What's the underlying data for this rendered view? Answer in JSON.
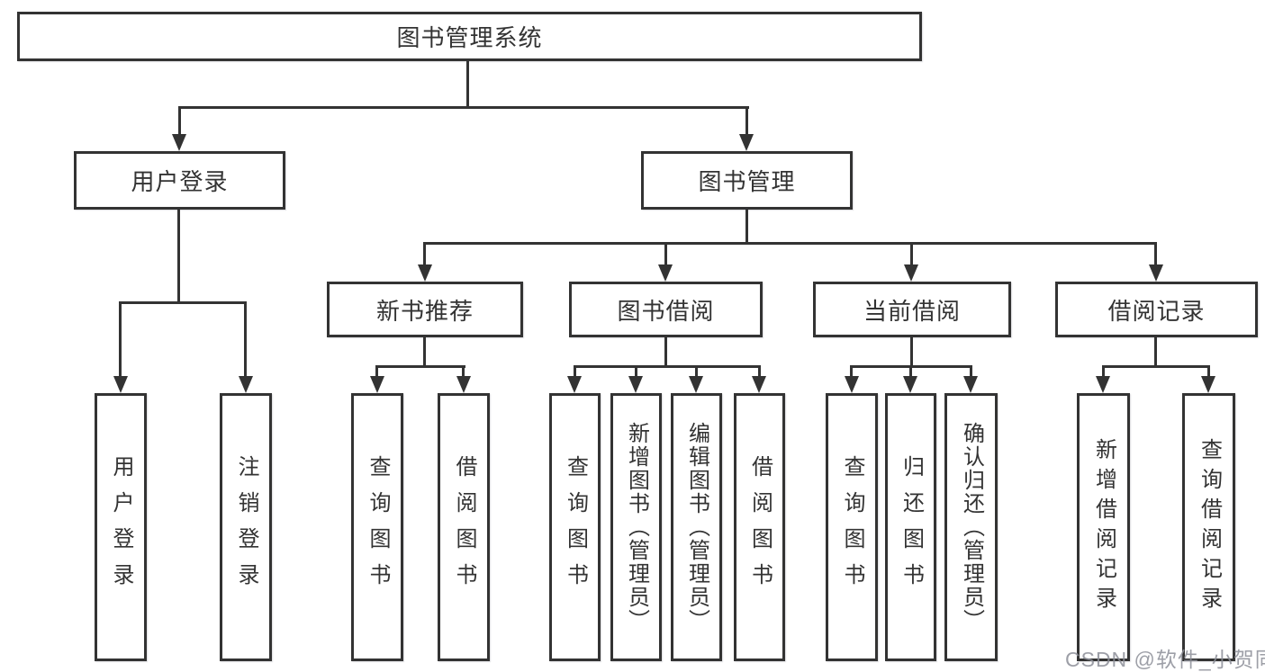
{
  "tree": {
    "label": "图书管理系统",
    "children": [
      {
        "label": "用户登录",
        "children": [
          {
            "label": "用户登录"
          },
          {
            "label": "注销登录"
          }
        ]
      },
      {
        "label": "图书管理",
        "children": [
          {
            "label": "新书推荐",
            "children": [
              {
                "label": "查询图书"
              },
              {
                "label": "借阅图书"
              }
            ]
          },
          {
            "label": "图书借阅",
            "children": [
              {
                "label": "查询图书"
              },
              {
                "label": "新增图书（管理员）"
              },
              {
                "label": "编辑图书（管理员）"
              },
              {
                "label": "借阅图书"
              }
            ]
          },
          {
            "label": "当前借阅",
            "children": [
              {
                "label": "查询图书"
              },
              {
                "label": "归还图书"
              },
              {
                "label": "确认归还（管理员）"
              }
            ]
          },
          {
            "label": "借阅记录",
            "children": [
              {
                "label": "新增借阅记录"
              },
              {
                "label": "查询借阅记录"
              }
            ]
          }
        ]
      }
    ]
  },
  "watermark": {
    "text": "CSDN @软件_小贺同学"
  },
  "colors": {
    "line": "#333333",
    "box_border": "#333333",
    "text": "#333333",
    "background": "#ffffff",
    "watermark": "#8c8e98"
  }
}
